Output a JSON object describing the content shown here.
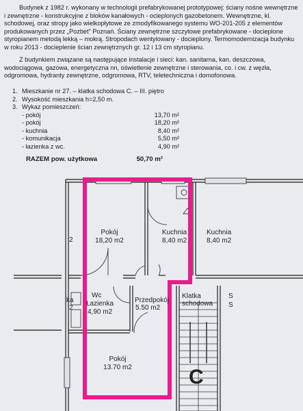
{
  "intro_paragraph": "Budynek z 1982 r. wykonany w technologii prefabrykowanej prototypowej: ściany nośne wewnętrzne i zewnętrzne - konstrukcyjne z bloków kanałowych - ocieplonych gazobetonem. Wewnętrzne, kl. schodowej, oraz stropy jako wielkopłytowe ze zmodyfikowanego systemu WO-201-205 z elementów produkowanych przez „Pozbet” Poznań. Ściany zewnętrzne szczytowe prefabrykowane - docieplone styropianem metodą lekką – mokrą. Stropodach wentylowany - docieplony. Termomodernizacja budynku w roku 2013 - docieplenie ścian zewnętrznych gr. 12 i 13 cm styropianu.",
  "installations_paragraph": "Z budynkiem związane są następujące instalacje i sieci: kan. sanitarna, kan. deszczowa, wodociągowa, gazowa, energetyczna nn, oświetlenie zewnętrzne i sterowania, co. i cw. z węzła, odgromowa, hydranty zewnętrzne, odgromowa, RTV, teletechniczna i domofonowa.",
  "list": [
    {
      "num": "1.",
      "text": "Mieszkanie nr 27. – klatka schodowa C. – III. piętro"
    },
    {
      "num": "2.",
      "text": "Wysokość mieszkania h=2,50 m."
    },
    {
      "num": "3.",
      "text": "Wykaz pomieszczeń:"
    }
  ],
  "rooms": [
    {
      "name": "- pokój",
      "area": "13,70 m²"
    },
    {
      "name": "- pokój",
      "area": "18,20 m²"
    },
    {
      "name": "- kuchnia",
      "area": "8,40 m²"
    },
    {
      "name": "- komunikacja",
      "area": "5,50 m²"
    },
    {
      "name": "- łazienka z wc.",
      "area": "4,90 m²"
    }
  ],
  "total": {
    "label": "RAZEM pow. użytkowa",
    "value": "50,70 m²"
  },
  "plan": {
    "pokoj_big_name": "Pokój",
    "pokoj_big_area": "18,20 m2",
    "kuchnia_name": "Kuchnia",
    "kuchnia_area": "8,40 m2",
    "kuchnia_right_name": "Kuchnia",
    "kuchnia_right_area": "8,40 m2",
    "wc_name": "Wc",
    "lazienka_name": "Łazienka",
    "lazienka_area": "4,90 m2",
    "przedpokoj_name": "Przedpokój",
    "przedpokoj_area": "5.50 m2",
    "klatka_name": "Klatka",
    "schodowa_name": "schodowa",
    "pokoj_small_name": "Pokój",
    "pokoj_small_area": "13.70 m2",
    "stair_letter": "C",
    "edge_left_a": "2",
    "edge_left_b": "ka",
    "edge_left_c": "2",
    "edge_right_a": "S",
    "edge_right_b": "S"
  },
  "colors": {
    "highlight": "#ec1b8c",
    "wall": "#3a3a3a",
    "background": "#e9ebee"
  }
}
